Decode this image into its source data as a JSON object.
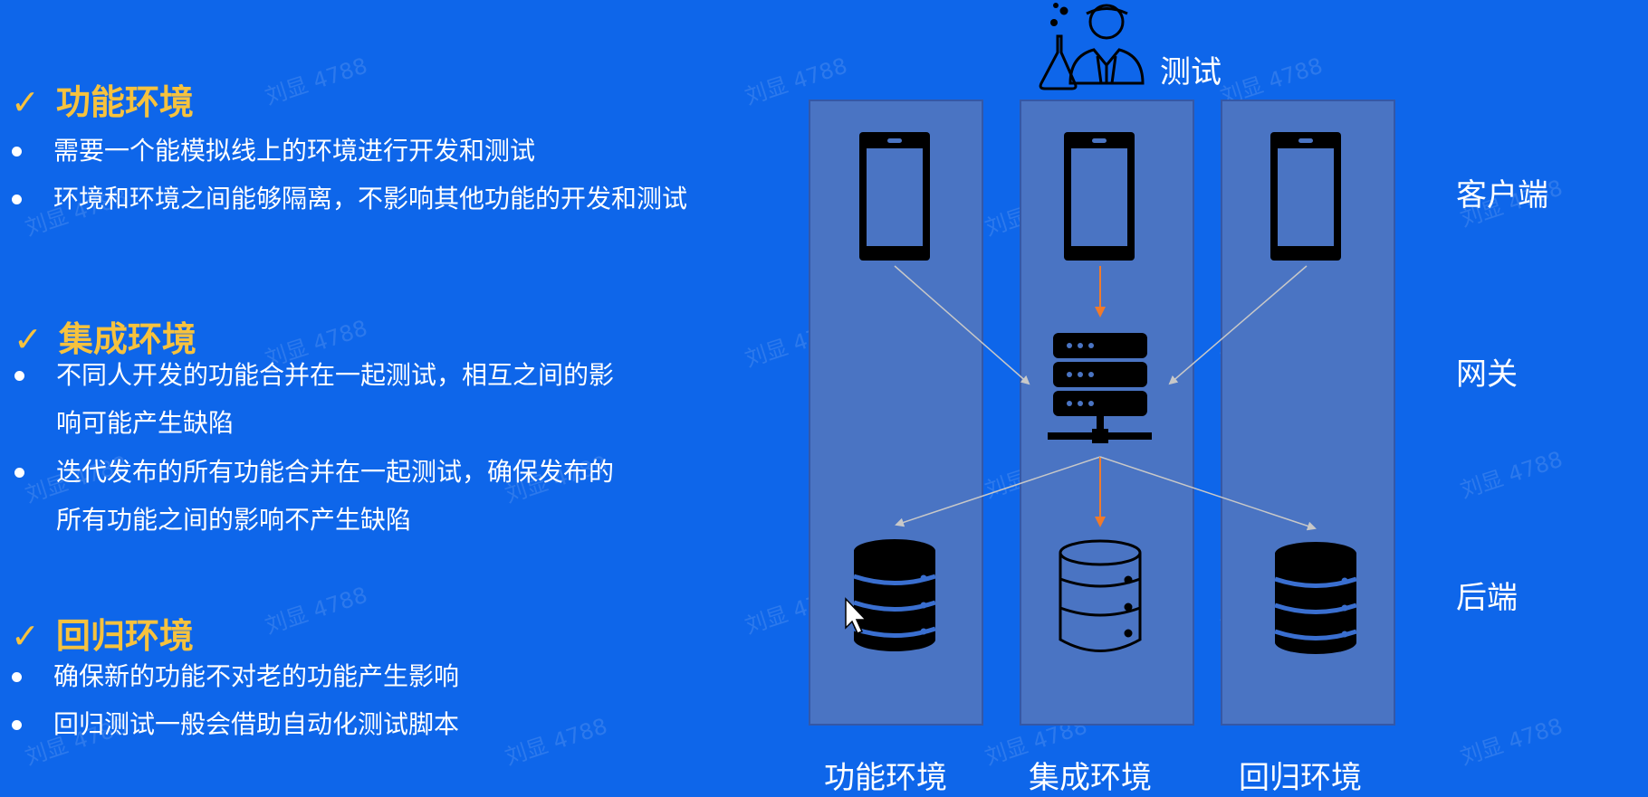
{
  "sections": [
    {
      "title": "功能环境",
      "bullets": [
        "需要一个能模拟线上的环境进行开发和测试",
        "环境和环境之间能够隔离，不影响其他功能的开发和测试"
      ]
    },
    {
      "title": "集成环境",
      "bullets": [
        "不同人开发的功能合并在一起测试，相互之间的影",
        "响可能产生缺陷",
        "迭代发布的所有功能合并在一起测试，确保发布的",
        "所有功能之间的影响不产生缺陷"
      ]
    },
    {
      "title": "回归环境",
      "bullets": [
        "确保新的功能不对老的功能产生影响",
        "回归测试一般会借助自动化测试脚本"
      ]
    }
  ],
  "check_symbol": "✓",
  "diagram": {
    "tester_label": "测试",
    "layers": [
      "客户端",
      "网关",
      "后端"
    ],
    "columns": [
      "功能环境",
      "集成环境",
      "回归环境"
    ]
  },
  "watermark_text": "刘显 4788",
  "colors": {
    "background": "#0e66ea",
    "accent_yellow": "#f6c23e",
    "panel": "#4a74c3",
    "arrow_orange": "#f07a2a",
    "arrow_gray": "#c8c8c8",
    "db_blue": "#3a6fd0"
  }
}
